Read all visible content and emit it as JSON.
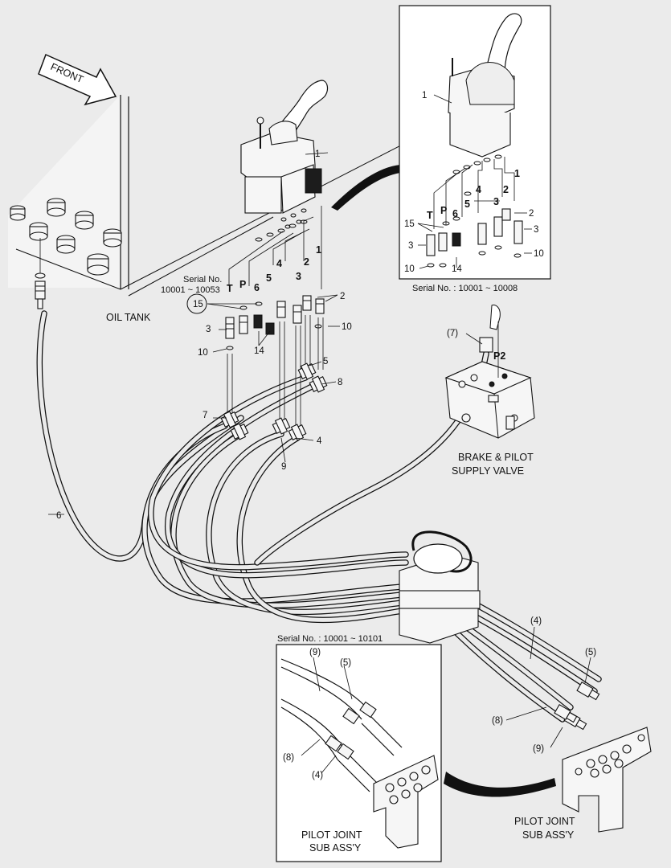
{
  "labels": {
    "front": "FRONT",
    "oil_tank": "OIL TANK",
    "brake_valve_line1": "BRAKE & PILOT",
    "brake_valve_line2": "SUPPLY VALVE",
    "pilot_joint_line1": "PILOT JOINT",
    "pilot_joint_line2": "SUB ASS'Y",
    "serial_left_line1": "Serial No.",
    "serial_left_line2": "10001 ~ 10053",
    "serial_inset_top": "Serial No. : 10001 ~ 10008",
    "serial_inset_bottom": "Serial No. : 10001 ~ 10101",
    "port_p2": "P2"
  },
  "port_letters": {
    "t": "T",
    "p": "P"
  },
  "callouts": {
    "c1": "1",
    "c2": "2",
    "c3": "3",
    "c4": "4",
    "c5": "5",
    "c6": "6",
    "c7": "7",
    "c8": "8",
    "c9": "9",
    "c10": "10",
    "c14": "14",
    "c15": "15",
    "p4": "(4)",
    "p5": "(5)",
    "p7": "(7)",
    "p8": "(8)",
    "p9": "(9)"
  }
}
